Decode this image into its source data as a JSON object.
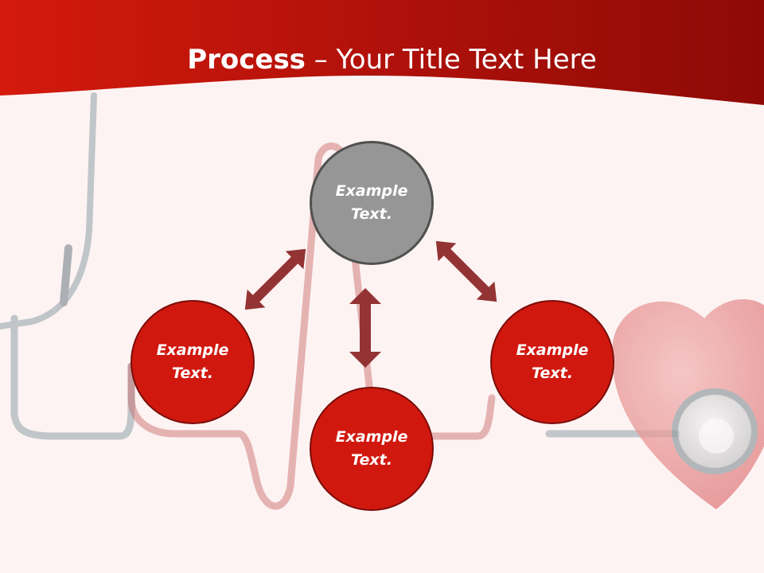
{
  "header": {
    "title_bold": "Process",
    "title_rest": " – Your Title Text Here"
  },
  "nodes": [
    {
      "id": "top",
      "label": "Example Text."
    },
    {
      "id": "left",
      "label": "Example Text."
    },
    {
      "id": "bottom",
      "label": "Example Text."
    },
    {
      "id": "right",
      "label": "Example Text."
    }
  ],
  "colors": {
    "header_red": "#c0120a",
    "node_red": "#d1180f",
    "node_gray": "#969696",
    "arrow": "#943333",
    "background": "#fdf3f3"
  },
  "decor": {
    "icons": [
      "stethoscope-icon",
      "heart-icon",
      "heartbeat-line"
    ]
  }
}
